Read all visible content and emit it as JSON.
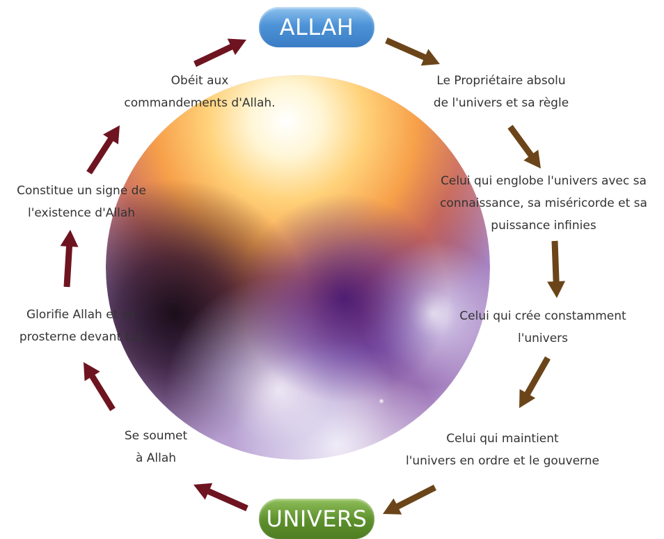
{
  "nodes": {
    "top": "ALLAH",
    "bottom": "UNIVERS"
  },
  "right_side": [
    {
      "line1": "Le Propriétaire absolu",
      "line2": "de l'univers et sa règle"
    },
    {
      "line1": "Celui qui englobe l'univers avec sa",
      "line2": "connaissance, sa miséricorde et sa",
      "line3": "puissance infinies"
    },
    {
      "line1": "Celui qui crée constamment",
      "line2": "l'univers"
    },
    {
      "line1": "Celui qui maintient",
      "line2": "l'univers en ordre et le gouverne"
    }
  ],
  "left_side": [
    {
      "line1": "Obéit aux",
      "line2": "commandements d'Allah."
    },
    {
      "line1": "Constitue un signe de",
      "line2": "l'existence d'Allah"
    },
    {
      "line1": "Glorifie Allah et se",
      "line2": "prosterne devant Lui"
    },
    {
      "line1": "Se soumet",
      "line2": "à Allah"
    }
  ],
  "colors": {
    "allah_pill": "#4d93d7",
    "univers_pill": "#5c8f2c",
    "right_arrows": "#6b4519",
    "left_arrows": "#6e1420",
    "text": "#333333"
  }
}
